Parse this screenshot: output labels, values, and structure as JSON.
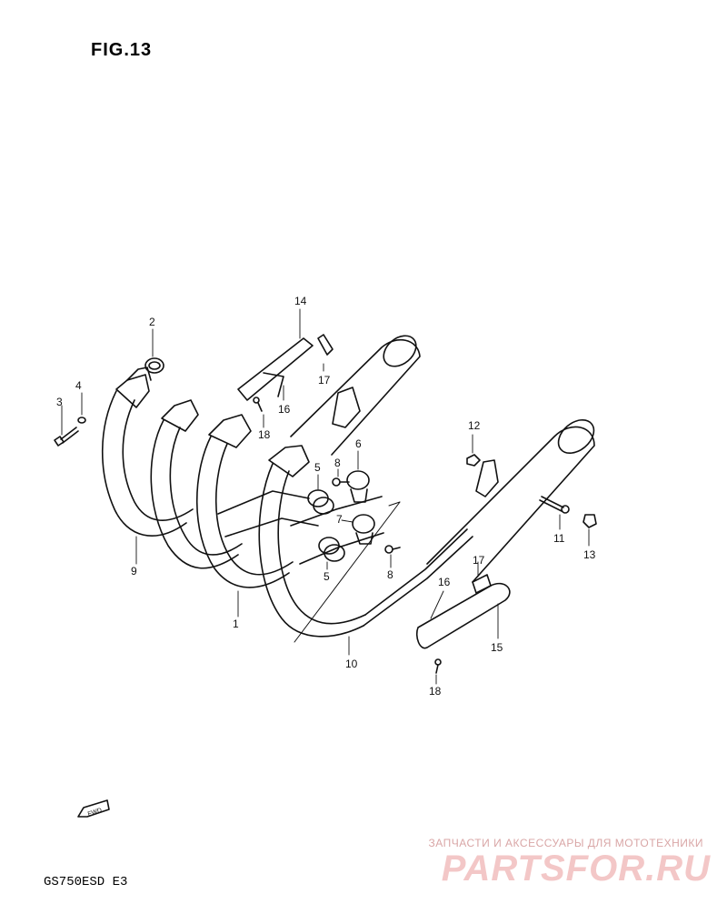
{
  "figure_title": "FIG.13",
  "model_code": "GS750ESD  E3",
  "fwd_tag": "FWD",
  "watermark": {
    "tagline": "ЗАПЧАСТИ И АКСЕССУАРЫ ДЛЯ МОТОТЕХНИКИ",
    "logo": "PARTSFOR.RU"
  },
  "callouts": [
    "1",
    "2",
    "3",
    "4",
    "5",
    "5",
    "6",
    "7",
    "8",
    "8",
    "9",
    "10",
    "11",
    "12",
    "13",
    "14",
    "15",
    "16",
    "16",
    "17",
    "17",
    "18",
    "18"
  ]
}
